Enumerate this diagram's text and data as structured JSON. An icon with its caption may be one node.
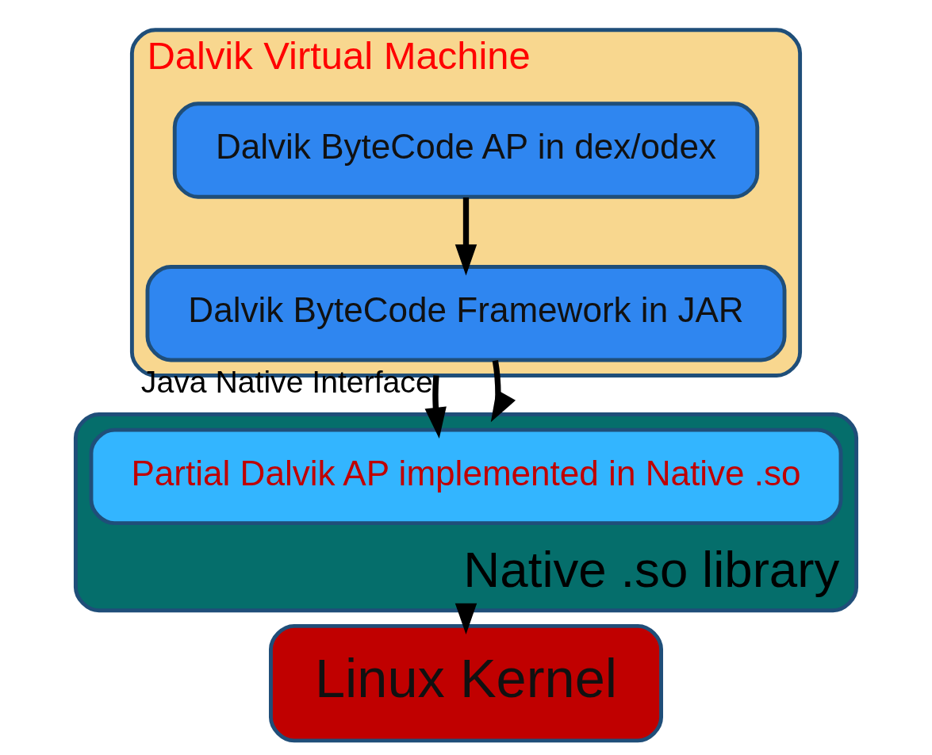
{
  "diagram": {
    "nodes": [
      {
        "text": [
          "Dalvik Virtual Machine"
        ]
      },
      {
        "text": [
          "Dalvik ByteCode AP in dex/odex"
        ],
        "in": 0
      },
      {
        "text": [
          "Dalvik ByteCode Framework in JAR"
        ],
        "in": 0
      },
      {
        "text": [
          "Native .so library"
        ]
      },
      {
        "text": [
          "Partial Dalvik AP implemented in Native .so"
        ],
        "in": 3
      },
      {
        "text": [
          "Linux Kernel"
        ]
      }
    ],
    "edges": [
      {
        "from": 1,
        "to": 2,
        "arrow": "to"
      },
      {
        "from": 0,
        "to": 4,
        "arrow": "to",
        "label": "Java Native Interface"
      },
      {
        "from": 2,
        "to": 3,
        "arrow": "to"
      },
      {
        "from": 3,
        "to": 5,
        "arrow": "to"
      }
    ]
  }
}
